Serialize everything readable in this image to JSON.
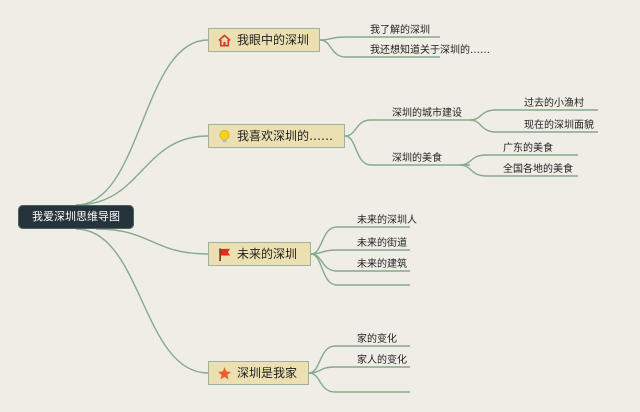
{
  "root": {
    "label": "我爱深圳思维导图"
  },
  "branches": [
    {
      "label": "我眼中的深圳",
      "icon": "home-icon",
      "children": [
        {
          "label": "我了解的深圳"
        },
        {
          "label": "我还想知道关于深圳的……"
        }
      ]
    },
    {
      "label": "我喜欢深圳的……",
      "icon": "lightbulb-icon",
      "children": [
        {
          "label": "深圳的城市建设",
          "children": [
            {
              "label": "过去的小渔村"
            },
            {
              "label": "现在的深圳面貌"
            }
          ]
        },
        {
          "label": "深圳的美食",
          "children": [
            {
              "label": "广东的美食"
            },
            {
              "label": "全国各地的美食"
            }
          ]
        }
      ]
    },
    {
      "label": "未来的深圳",
      "icon": "red-flag-icon",
      "children": [
        {
          "label": "未来的深圳人"
        },
        {
          "label": "未来的街道"
        },
        {
          "label": "未来的建筑"
        }
      ]
    },
    {
      "label": "深圳是我家",
      "icon": "star-icon",
      "children": [
        {
          "label": "家的变化"
        },
        {
          "label": "家人的变化"
        }
      ]
    }
  ],
  "colors": {
    "background": "#efede6",
    "root": "#26333a",
    "topic_fill": "#ece0b2",
    "topic_border": "#9ab39a",
    "link": "#86a98c"
  }
}
